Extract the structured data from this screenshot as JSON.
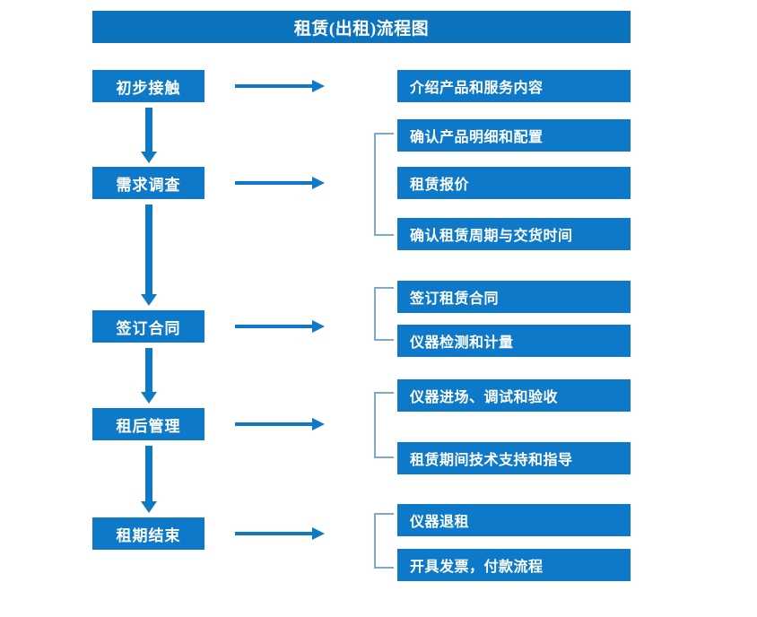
{
  "title": "租赁(出租)流程图",
  "theme": {
    "box_blue": "#0E79C8",
    "title_blue": "#0C74BE",
    "arrow_blue": "#1079C6",
    "bracket_blue": "#7FA8CE",
    "text_white": "#FFFFFF",
    "background": "#FFFFFF"
  },
  "stages": [
    {
      "label": "初步接触"
    },
    {
      "label": "需求调查"
    },
    {
      "label": "签订合同"
    },
    {
      "label": "租后管理"
    },
    {
      "label": "租期结束"
    }
  ],
  "details": [
    {
      "label": "介绍产品和服务内容"
    },
    {
      "label": "确认产品明细和配置"
    },
    {
      "label": "租赁报价"
    },
    {
      "label": "确认租赁周期与交货时间"
    },
    {
      "label": "签订租赁合同"
    },
    {
      "label": "仪器检测和计量"
    },
    {
      "label": "仪器进场、调试和验收"
    },
    {
      "label": "租赁期间技术支持和指导"
    },
    {
      "label": "仪器退租"
    },
    {
      "label": "开具发票，付款流程"
    }
  ],
  "groups": [
    {
      "stage": "初步接触",
      "items": [
        "介绍产品和服务内容"
      ],
      "bracket": false
    },
    {
      "stage": "需求调查",
      "items": [
        "确认产品明细和配置",
        "租赁报价",
        "确认租赁周期与交货时间"
      ],
      "bracket": true
    },
    {
      "stage": "签订合同",
      "items": [
        "签订租赁合同",
        "仪器检测和计量"
      ],
      "bracket": true
    },
    {
      "stage": "租后管理",
      "items": [
        "仪器进场、调试和验收",
        "租赁期间技术支持和指导"
      ],
      "bracket": true
    },
    {
      "stage": "租期结束",
      "items": [
        "仪器退租",
        "开具发票，付款流程"
      ],
      "bracket": true
    }
  ],
  "arrows": {
    "horizontal_count": 5,
    "vertical_count": 4,
    "direction_horizontal": "right",
    "direction_vertical": "down"
  }
}
